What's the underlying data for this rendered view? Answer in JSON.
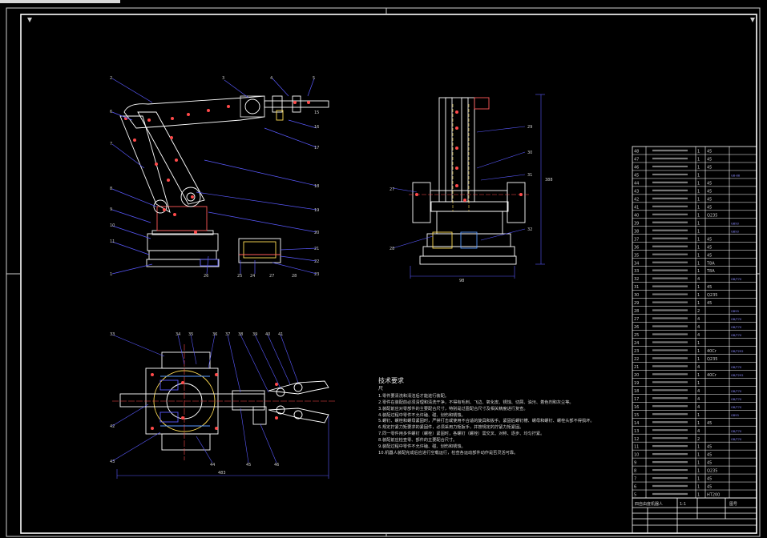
{
  "tech_notes": {
    "title": "技术要求",
    "heading": "尺",
    "lines": [
      "1.零件要清洗和清洁后才能进行装配。",
      "2.零件在装配前必须清理和清洗干净，不得有毛刺、飞边、氧化皮、锈蚀、切屑、油污、着色剂和灰尘等。",
      "3.装配前应对零部件的主要配合尺寸，特别是过盈配合尺寸及相关精度进行复查。",
      "4.装配过程中零件不允许磕、碰、划伤和锈蚀。",
      "5.螺钉、螺栓和螺母紧固时，严禁打击或使用不合适的旋具和扳手。紧固后螺钉槽、螺母和螺钉、螺栓头部不得损坏。",
      "6.规定拧紧力矩要求的紧固件，必须采用力矩扳手，并按规定的拧紧力矩紧固。",
      "7.同一零件用多件螺钉（螺栓）紧固时，各螺钉（螺栓）需交叉、对称、逐步、均匀拧紧。",
      "8.装配前应检查零、部件的主要配合尺寸。",
      "9.装配过程中零件不允许磕、碰、划伤和锈蚀。",
      "10.机器人装配完成后应进行空载运行，检查各运动部件动作是否灵活可靠。"
    ]
  },
  "title_block": {
    "drawing_name": "四自由度机器人",
    "scale": "1:1",
    "sheet": "图号"
  },
  "bom": [
    [
      "48",
      "",
      "1",
      "45",
      ""
    ],
    [
      "47",
      "",
      "1",
      "45",
      ""
    ],
    [
      "46",
      "",
      "1",
      "45",
      ""
    ],
    [
      "45",
      "",
      "1",
      "",
      "GB-88"
    ],
    [
      "44",
      "",
      "1",
      "45",
      ""
    ],
    [
      "43",
      "",
      "1",
      "45",
      ""
    ],
    [
      "42",
      "",
      "1",
      "45",
      ""
    ],
    [
      "41",
      "",
      "1",
      "45",
      ""
    ],
    [
      "40",
      "",
      "1",
      "Q235",
      ""
    ],
    [
      "39",
      "",
      "1",
      "",
      "GB93"
    ],
    [
      "38",
      "",
      "1",
      "",
      "GB93"
    ],
    [
      "37",
      "",
      "1",
      "45",
      ""
    ],
    [
      "36",
      "",
      "1",
      "45",
      ""
    ],
    [
      "35",
      "",
      "1",
      "45",
      ""
    ],
    [
      "34",
      "",
      "1",
      "T8A",
      ""
    ],
    [
      "33",
      "",
      "1",
      "T8A",
      ""
    ],
    [
      "32",
      "",
      "4",
      "",
      "GB/T70"
    ],
    [
      "31",
      "",
      "1",
      "45",
      ""
    ],
    [
      "30",
      "",
      "1",
      "Q235",
      ""
    ],
    [
      "29",
      "",
      "1",
      "45",
      ""
    ],
    [
      "28",
      "",
      "2",
      "",
      "GB93"
    ],
    [
      "27",
      "",
      "4",
      "",
      "GB/T70"
    ],
    [
      "26",
      "",
      "4",
      "",
      "GB/T70"
    ],
    [
      "25",
      "",
      "4",
      "",
      "GB/T70"
    ],
    [
      "24",
      "",
      "1",
      "",
      ""
    ],
    [
      "23",
      "",
      "1",
      "40Cr",
      "GB/T292"
    ],
    [
      "22",
      "",
      "1",
      "Q235",
      ""
    ],
    [
      "21",
      "",
      "4",
      "",
      "GB/T70"
    ],
    [
      "20",
      "",
      "1",
      "40Cr",
      "GB/T292"
    ],
    [
      "19",
      "",
      "1",
      "",
      ""
    ],
    [
      "18",
      "",
      "4",
      "",
      "GB/T70"
    ],
    [
      "17",
      "",
      "4",
      "",
      "GB/T70"
    ],
    [
      "16",
      "",
      "4",
      "",
      "GB/T70"
    ],
    [
      "15",
      "",
      "1",
      "",
      "GB93"
    ],
    [
      "14",
      "",
      "1",
      "45",
      ""
    ],
    [
      "13",
      "",
      "4",
      "",
      "GB/T70"
    ],
    [
      "12",
      "",
      "2",
      "",
      "GB/T70"
    ],
    [
      "11",
      "",
      "1",
      "45",
      ""
    ],
    [
      "10",
      "",
      "1",
      "45",
      ""
    ],
    [
      "9",
      "",
      "1",
      "45",
      ""
    ],
    [
      "8",
      "",
      "1",
      "Q235",
      ""
    ],
    [
      "7",
      "",
      "1",
      "45",
      ""
    ],
    [
      "6",
      "",
      "1",
      "45",
      ""
    ],
    [
      "5",
      "",
      "1",
      "HT200",
      ""
    ]
  ]
}
